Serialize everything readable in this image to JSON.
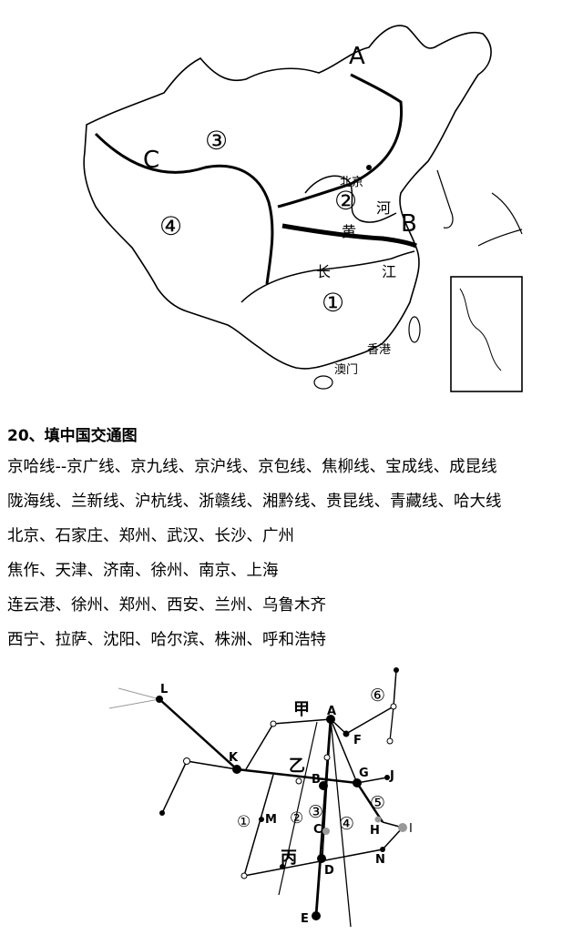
{
  "map": {
    "lines": {
      "A": "A",
      "B": "B",
      "C": "C"
    },
    "regions": {
      "r1": "①",
      "r2": "②",
      "r3": "③",
      "r4": "④"
    },
    "places": {
      "beijing": "北京",
      "huang": "黄",
      "he": "河",
      "chang": "长",
      "jiang": "江",
      "hongkong": "香港",
      "macau": "澳门"
    }
  },
  "question": {
    "title": "20、填中国交通图",
    "lines": [
      "京哈线--京广线、京九线、京沪线、京包线、焦柳线、宝成线、成昆线",
      "陇海线、兰新线、沪杭线、浙赣线、湘黔线、贵昆线、青藏线、哈大线",
      "北京、石家庄、郑州、武汉、长沙、广州",
      "焦作、天津、济南、徐州、南京、上海",
      "连云港、徐州、郑州、西安、兰州、乌鲁木齐",
      "西宁、拉萨、沈阳、哈尔滨、株洲、呼和浩特"
    ]
  },
  "diagram": {
    "nodes": {
      "A": "A",
      "B": "B",
      "C": "C",
      "D": "D",
      "E": "E",
      "F": "F",
      "G": "G",
      "H": "H",
      "I": "I",
      "J": "J",
      "K": "K",
      "L": "L",
      "M": "M",
      "N": "N"
    },
    "lines": {
      "jia": "甲",
      "yi": "乙",
      "bing": "丙",
      "n1": "①",
      "n2": "②",
      "n3": "③",
      "n4": "④",
      "n5": "⑤",
      "n6": "⑥"
    }
  }
}
